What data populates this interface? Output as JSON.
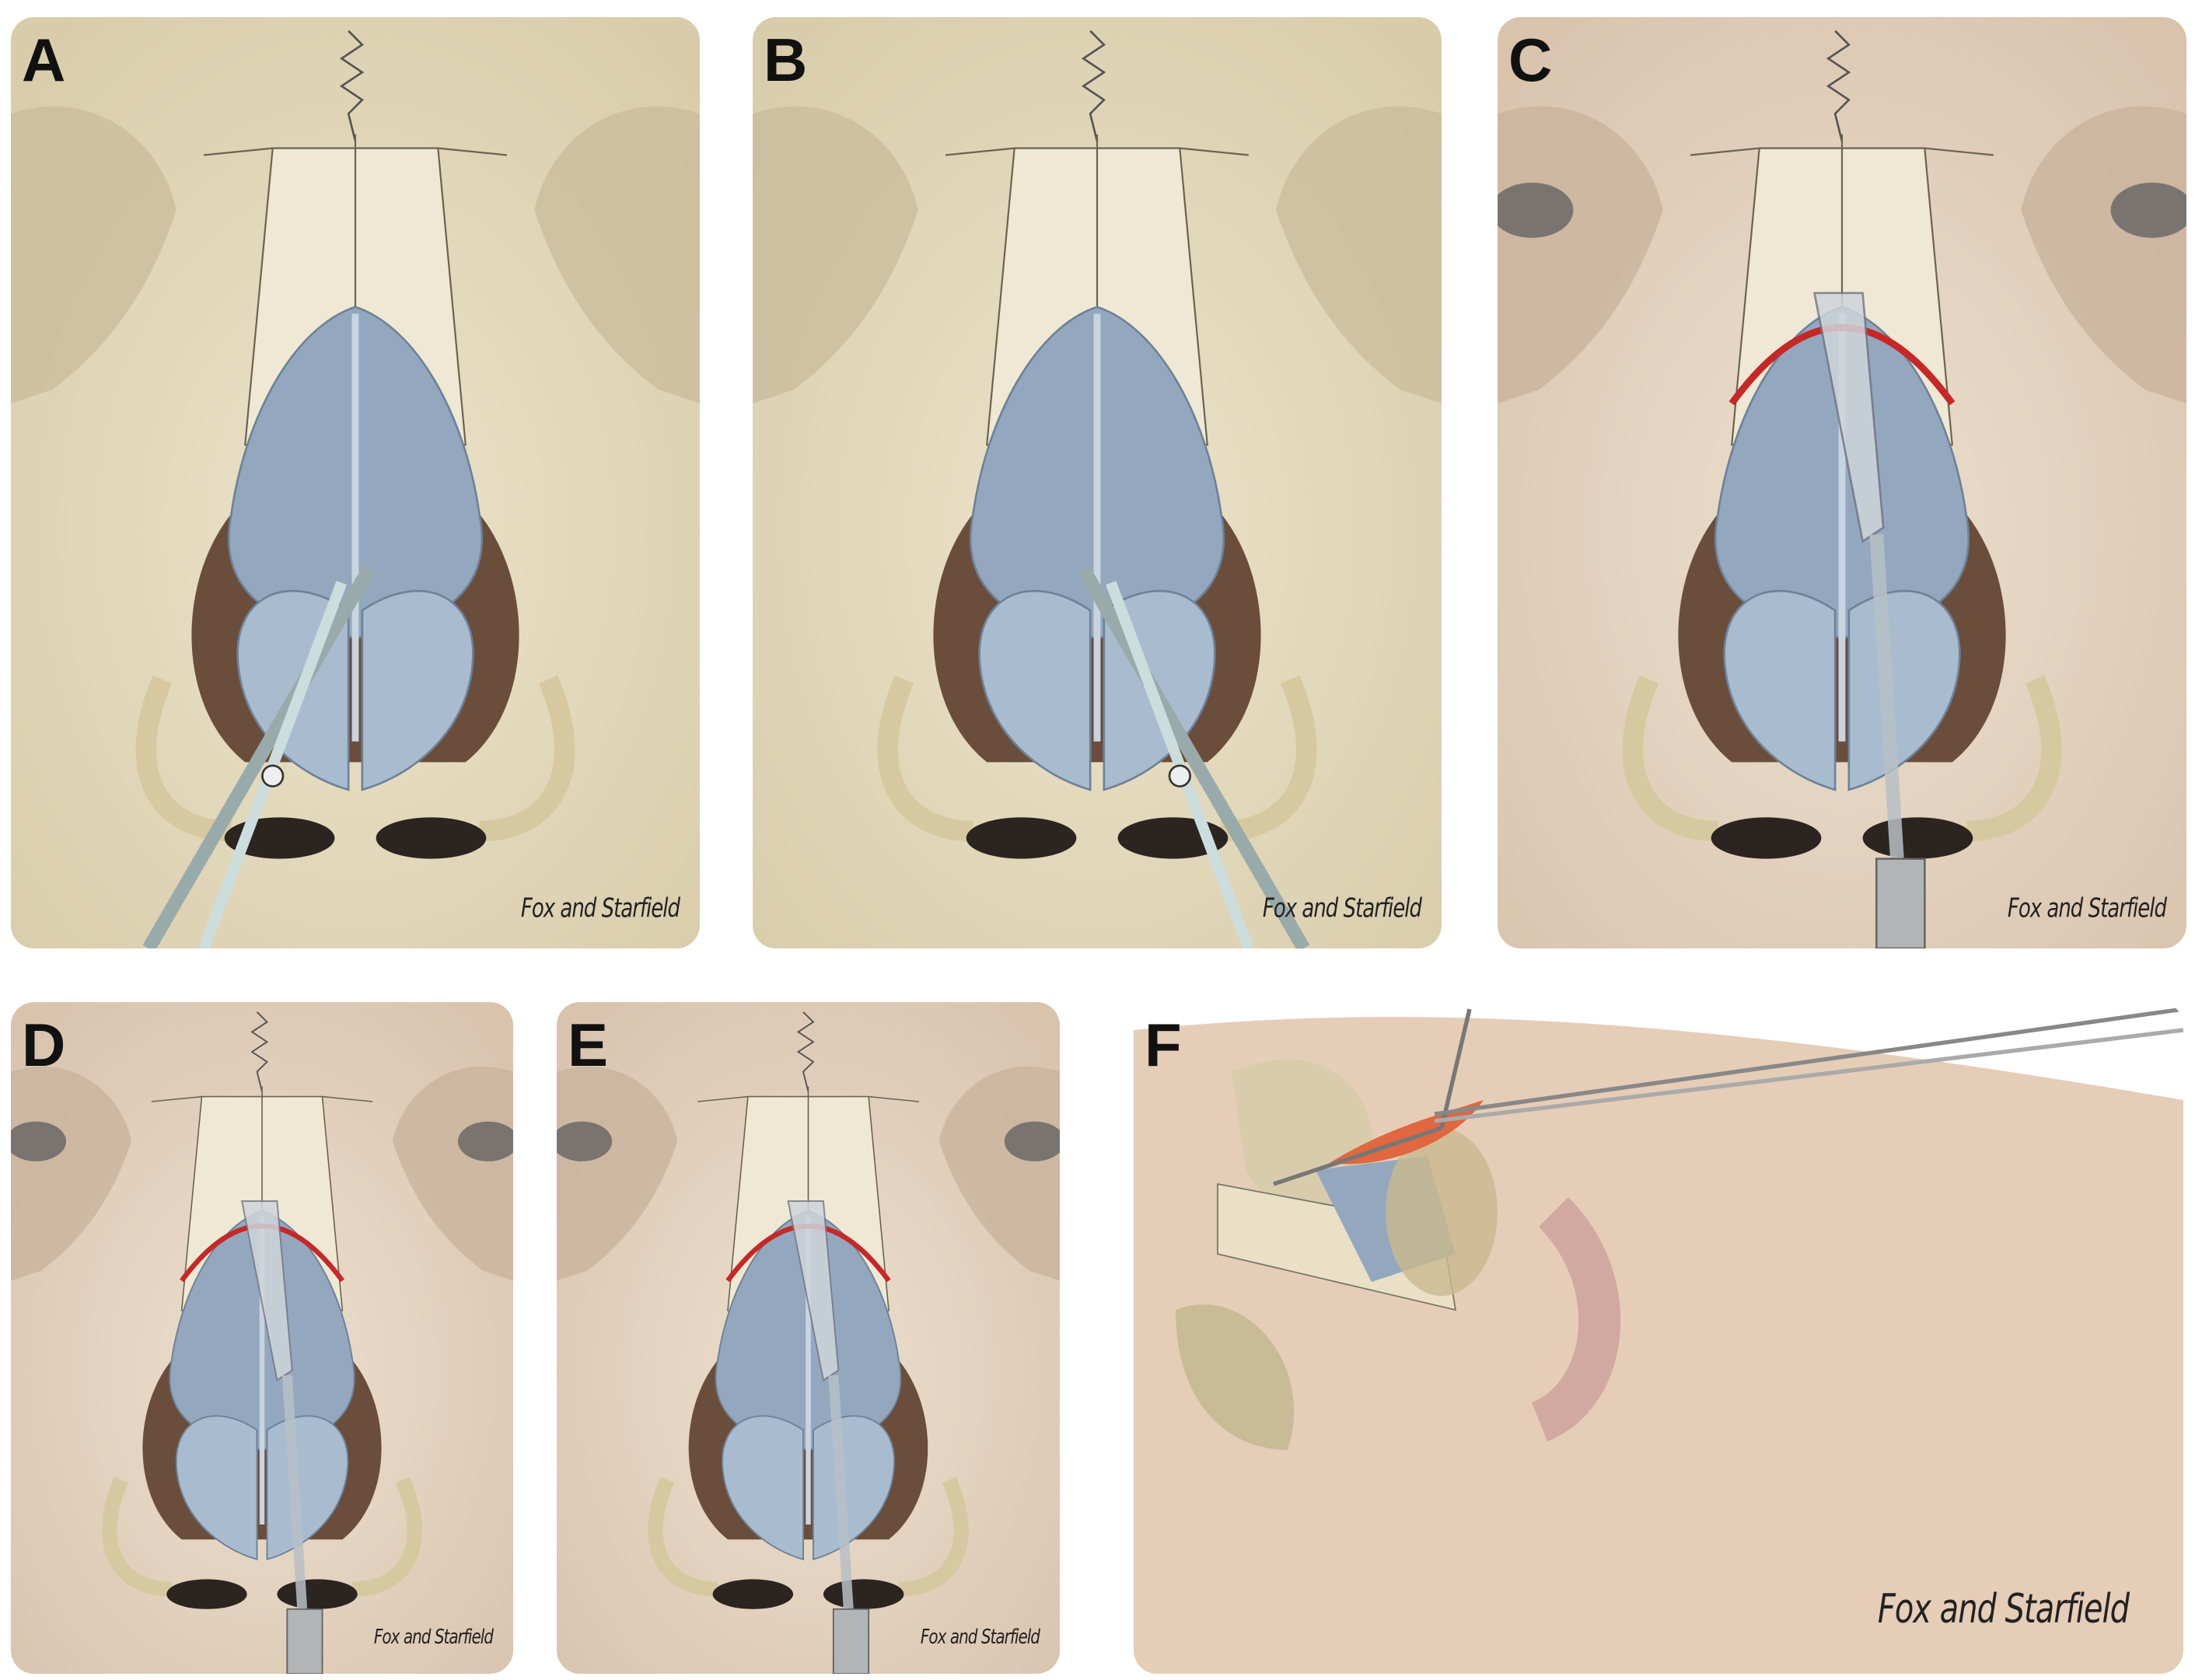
{
  "figure": {
    "panels": [
      {
        "label": "A",
        "signature": "Fox and Starfield",
        "instrument": "scissors-right"
      },
      {
        "label": "B",
        "signature": "Fox and Starfield",
        "instrument": "scissors-left"
      },
      {
        "label": "C",
        "signature": "Fox and Starfield",
        "instrument": "elevator"
      },
      {
        "label": "D",
        "signature": "Fox and Starfield",
        "instrument": "elevator"
      },
      {
        "label": "E",
        "signature": "Fox and Starfield",
        "instrument": "elevator"
      },
      {
        "label": "F",
        "signature": "Fox and Starfield",
        "instrument": "forceps"
      }
    ],
    "colors": {
      "bone": "#e4dabd",
      "cartilage": "#93a8bf",
      "skin": "#e6cdb8",
      "dissection_line": "#c62828",
      "graft": "#e0673f"
    }
  }
}
